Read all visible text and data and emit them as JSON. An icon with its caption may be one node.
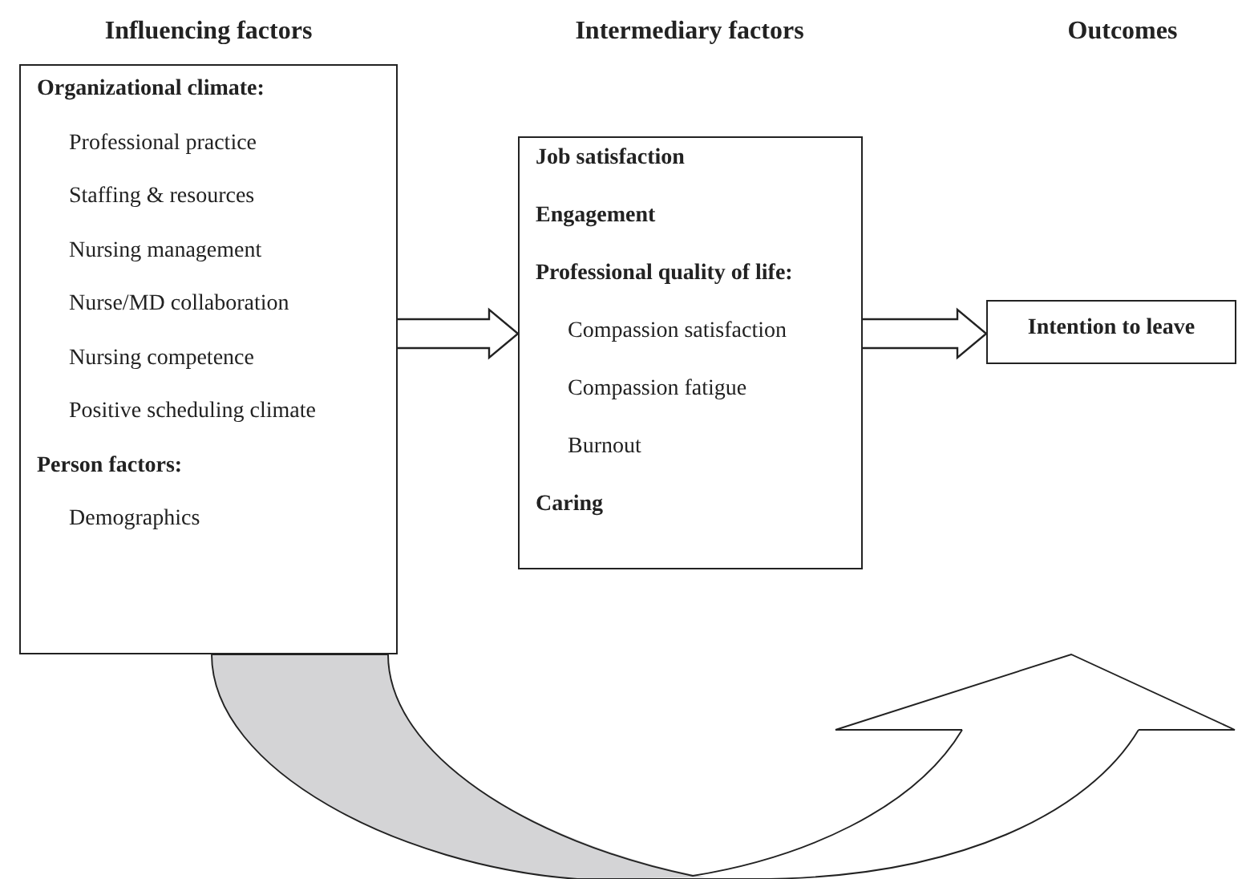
{
  "diagram": {
    "nodes": [
      {
        "text": [
          "Organizational climate:",
          "Professional practice",
          "Staffing & resources",
          "Nursing management",
          "Nurse/MD collaboration",
          "Nursing competence",
          "Positive scheduling climate",
          "Person factors:",
          "Demographics"
        ]
      },
      {
        "text": [
          "Job satisfaction",
          "Engagement",
          "Professional quality of life:",
          "Compassion satisfaction",
          "Compassion fatigue",
          "Burnout",
          "Caring"
        ]
      },
      {
        "text": [
          "Intention to leave"
        ]
      }
    ],
    "edges": [
      {
        "from": 0,
        "to": 1,
        "arrow": "to"
      },
      {
        "from": 1,
        "to": 2,
        "arrow": "to"
      },
      {
        "from": 0,
        "to": null,
        "arrow": "to"
      }
    ],
    "labels": [
      "Influencing factors",
      "Intermediary factors",
      "Outcomes"
    ]
  }
}
